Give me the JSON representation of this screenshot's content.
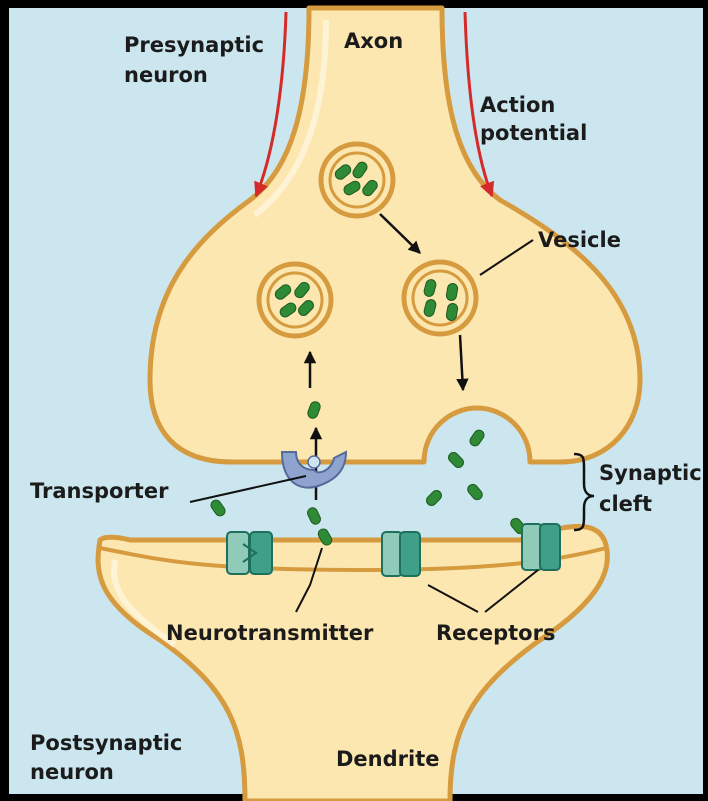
{
  "labels": {
    "presynaptic_line1": "Presynaptic",
    "presynaptic_line2": "neuron",
    "axon": "Axon",
    "action_potential_line1": "Action",
    "action_potential_line2": "potential",
    "vesicle": "Vesicle",
    "synaptic_cleft_line1": "Synaptic",
    "synaptic_cleft_line2": "cleft",
    "transporter": "Transporter",
    "neurotransmitter": "Neurotransmitter",
    "receptors": "Receptors",
    "postsynaptic_line1": "Postsynaptic",
    "postsynaptic_line2": "neuron",
    "dendrite": "Dendrite"
  },
  "colors": {
    "background": "#cbe6ee",
    "neuron_fill": "#fde7b1",
    "membrane": "#d69b3f",
    "neurotransmitter": "#2f8a35",
    "receptor": "#3f9f88",
    "transporter": "#8fa3cf",
    "action_potential_arrow": "#d42a2a",
    "frame": "#000000"
  },
  "icons": {
    "action_potential": "red-arrow-icon",
    "flow": "black-arrow-icon",
    "cleft_bracket": "curly-brace-icon"
  }
}
